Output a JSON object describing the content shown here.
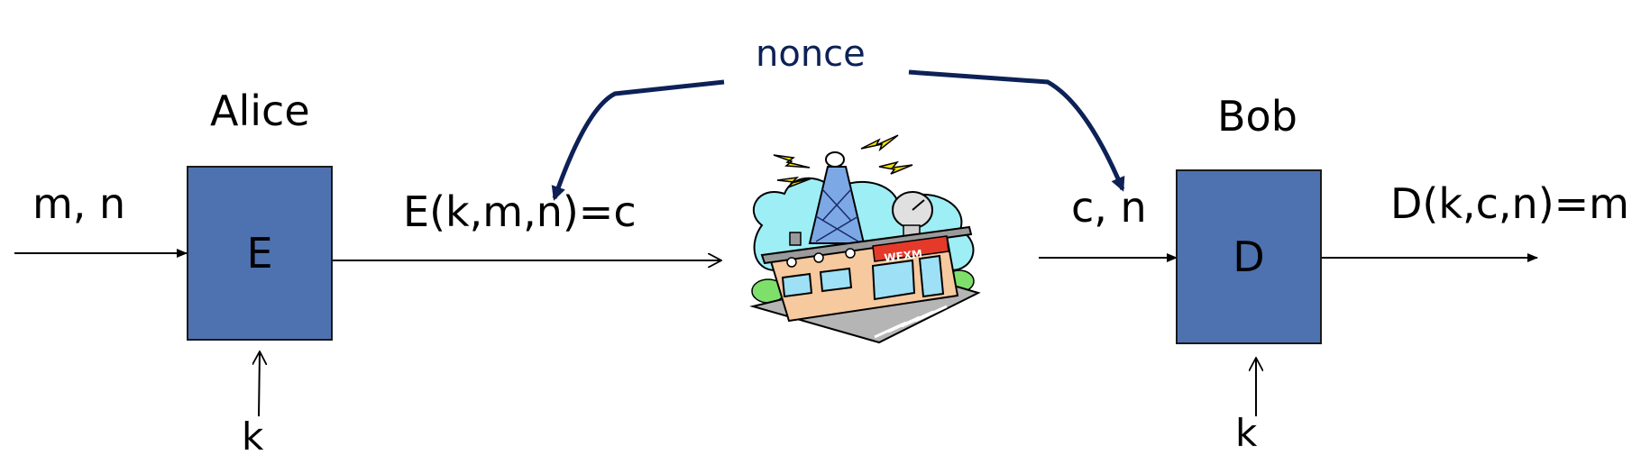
{
  "nonce": {
    "label": "nonce",
    "color": "#0d2157"
  },
  "alice": {
    "name": "Alice",
    "input_label": "m, n",
    "box_label": "E",
    "key_label": "k",
    "output_label": "E(k,m,n)=c"
  },
  "bob": {
    "name": "Bob",
    "input_label": "c, n",
    "box_label": "D",
    "key_label": "k",
    "output_label": "D(k,c,n)=m"
  },
  "station": {
    "sign": "WFXM"
  },
  "colors": {
    "box_fill": "#4e72b0",
    "box_border": "#1a1a1a",
    "arrow": "#000000",
    "nonce_arrow": "#0d2157"
  }
}
